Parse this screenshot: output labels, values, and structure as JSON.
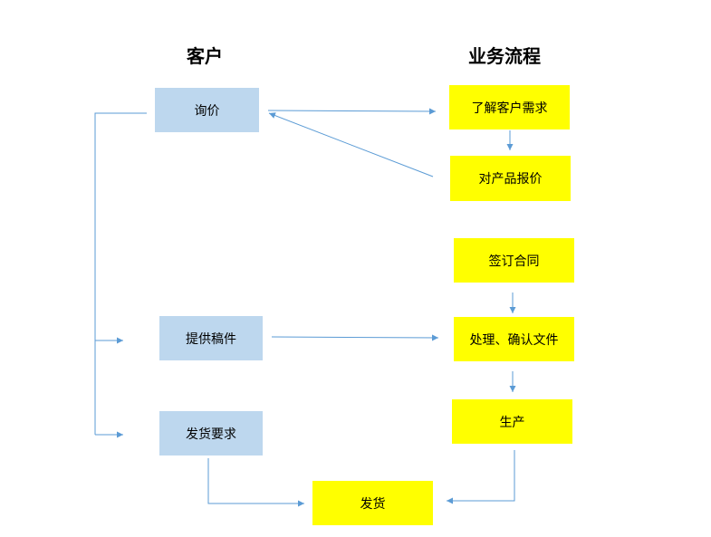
{
  "headings": {
    "customer": "客户",
    "process": "业务流程"
  },
  "customer_steps": {
    "inquiry": "询价",
    "provide_draft": "提供稿件",
    "shipping_request": "发货要求"
  },
  "process_steps": {
    "understand_needs": "了解客户需求",
    "quote": "对产品报价",
    "sign_contract": "签订合同",
    "process_confirm": "处理、确认文件",
    "produce": "生产",
    "ship": "发货"
  },
  "colors": {
    "customer_box": "#bdd7ee",
    "process_box": "#ffff00",
    "connector": "#5b9bd5"
  }
}
